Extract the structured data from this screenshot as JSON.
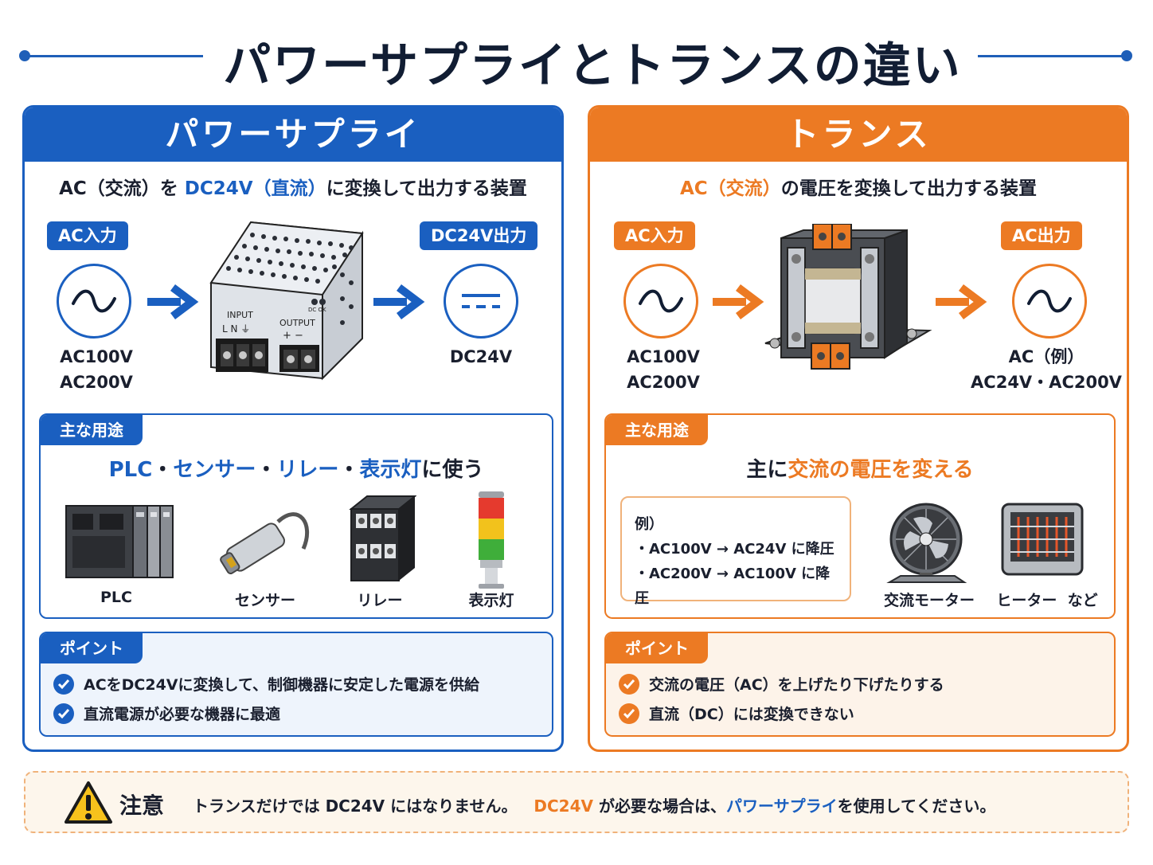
{
  "title": "パワーサプライとトランスの違い",
  "colors": {
    "blue": "#1a5fc0",
    "orange": "#ec7a23",
    "navy": "#111d33"
  },
  "power_supply": {
    "header": "パワーサプライ",
    "subtitle": {
      "p1": "AC（交流）を ",
      "p2": "DC24V（直流）",
      "p3": "に変換して出力する装置"
    },
    "input_tag": "AC入力",
    "output_tag": "DC24V出力",
    "input_icon": "ac-wave-icon",
    "output_icon": "dc-symbol-icon",
    "input_values": [
      "AC100V",
      "AC200V"
    ],
    "output_value": "DC24V",
    "device": {
      "icon": "power-supply-unit",
      "input": "INPUT",
      "terminals_in": "L  N  ⏚",
      "output": "OUTPUT",
      "terminals_out": "+  −",
      "dc_ok": "DC OK"
    },
    "uses": {
      "tag": "主な用途",
      "headline": {
        "a": "PLC",
        "sep1": "・",
        "b": "センサー",
        "sep2": "・",
        "c": "リレー",
        "sep3": "・",
        "d": "表示灯",
        "tail": "に使う"
      },
      "items": [
        "PLC",
        "センサー",
        "リレー",
        "表示灯"
      ]
    },
    "points": {
      "tag": "ポイント",
      "items": [
        "ACをDC24Vに変換して、制御機器に安定した電源を供給",
        "直流電源が必要な機器に最適"
      ]
    }
  },
  "transformer": {
    "header": "トランス",
    "subtitle": {
      "p1": "AC（交流）",
      "p2": "の電圧を変換して出力する装置"
    },
    "input_tag": "AC入力",
    "output_tag": "AC出力",
    "input_icon": "ac-wave-icon",
    "output_icon": "ac-wave-icon",
    "input_values": [
      "AC100V",
      "AC200V"
    ],
    "output_values": [
      "AC（例）",
      "AC24V・AC200V"
    ],
    "uses": {
      "tag": "主な用途",
      "headline": {
        "a": "主に",
        "b": "交流の電圧を変える"
      },
      "example_title": "例）",
      "examples": [
        "・AC100V → AC24V に降圧",
        "・AC200V → AC100V に降圧"
      ],
      "items": [
        "交流モーター",
        "ヒーター  など"
      ]
    },
    "points": {
      "tag": "ポイント",
      "items": [
        "交流の電圧（AC）を上げたり下げたりする",
        "直流（DC）には変換できない"
      ]
    }
  },
  "note": {
    "title": "注意",
    "t1": "トランスだけでは DC24V にはなりません。",
    "t2": "DC24V",
    "t3": " が必要な場合は、",
    "t4": "パワーサプライ",
    "t5": "を使用してください。"
  }
}
